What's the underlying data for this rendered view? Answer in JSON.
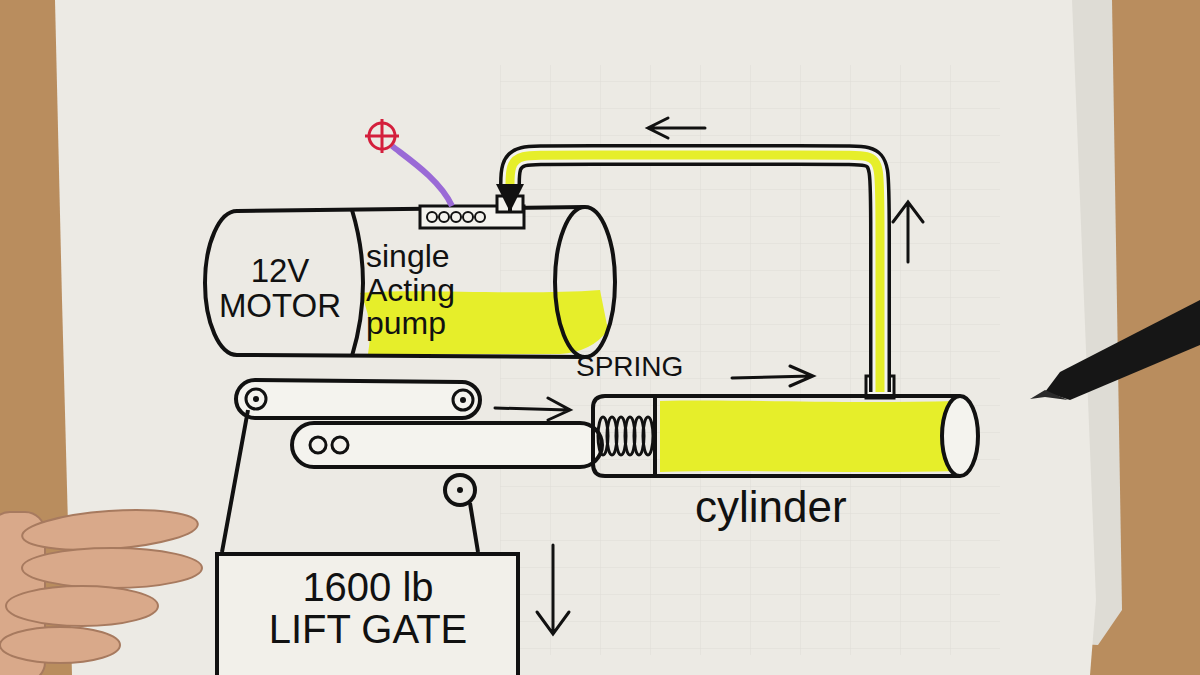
{
  "diagram": {
    "nodes": [
      {
        "text": [
          "12V MOTOR"
        ]
      },
      {
        "text": [
          "single Acting pump"
        ]
      },
      {
        "text": [
          "cylinder"
        ]
      },
      {
        "text": [
          "1600 lb LIFT GATE"
        ]
      }
    ],
    "edges": [
      {
        "from": 2,
        "to": 1,
        "arrow": "to"
      }
    ],
    "labels": [
      "SPRING"
    ]
  }
}
